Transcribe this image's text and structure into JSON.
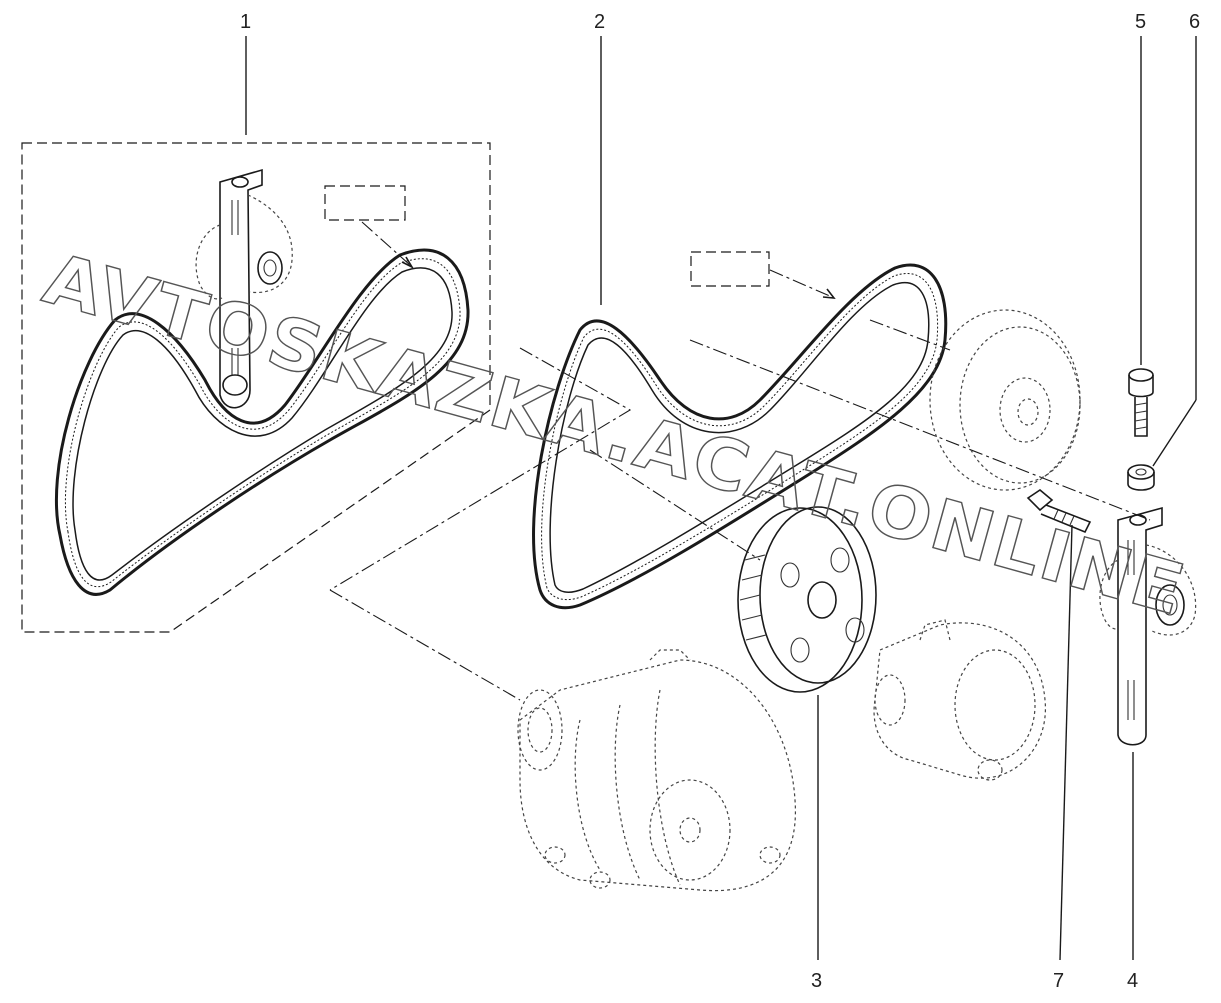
{
  "diagram": {
    "callouts": [
      "1",
      "2",
      "3",
      "4",
      "5",
      "6",
      "7"
    ],
    "watermark": "AVTOSKAZKA.ACAT.ONLINE"
  }
}
